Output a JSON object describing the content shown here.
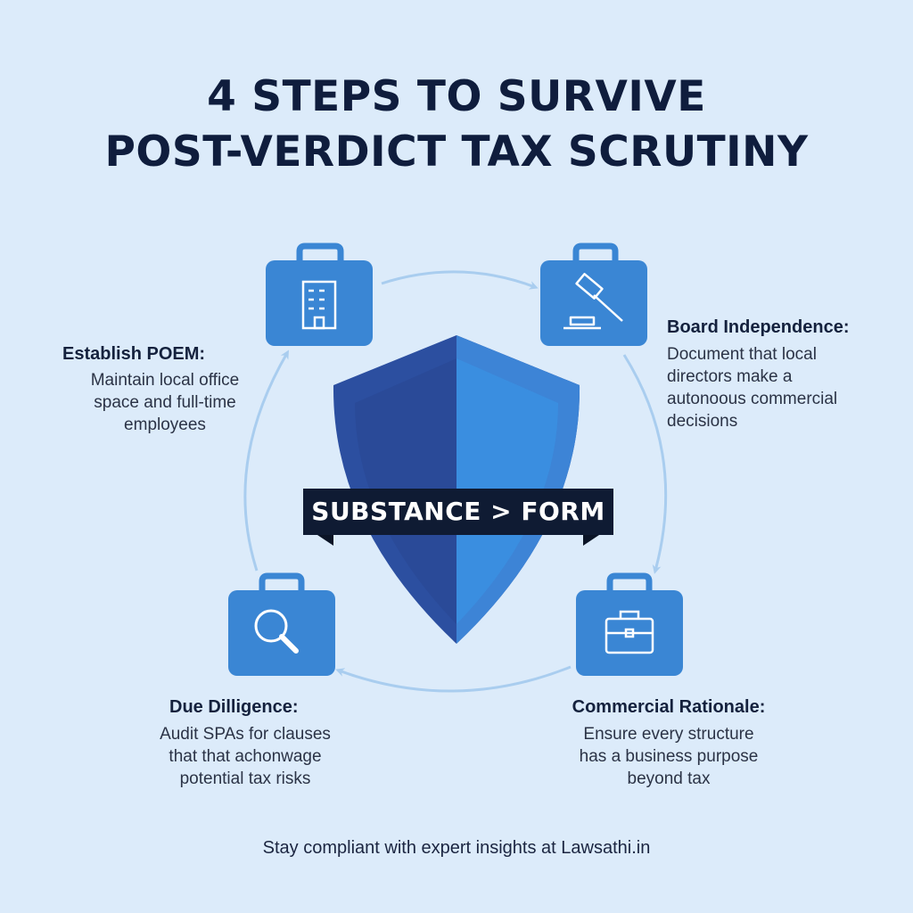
{
  "title": {
    "line1": "4 STEPS TO SURVIVE",
    "line2": "POST-VERDICT TAX SCRUTINY"
  },
  "center": {
    "banner": "SUBSTANCE > FORM"
  },
  "steps": [
    {
      "icon": "building-icon",
      "heading": "Establish POEM:",
      "desc": [
        "Maintain local office",
        "space and full-time",
        "employees"
      ]
    },
    {
      "icon": "gavel-icon",
      "heading": "Board Independence:",
      "desc": [
        "Document that local",
        "directors make a",
        "autonoous commercial",
        "decisions"
      ]
    },
    {
      "icon": "magnifier-icon",
      "heading": "Due Dilligence:",
      "desc": [
        "Audit SPAs for clauses",
        "that that achonwage",
        "potential tax risks"
      ]
    },
    {
      "icon": "briefcase-icon",
      "heading": "Commercial Rationale:",
      "desc": [
        "Ensure every structure",
        "has a business purpose",
        "beyond tax"
      ]
    }
  ],
  "footer": "Stay compliant with expert insights at Lawsathi.in",
  "colors": {
    "background": "#dcebfa",
    "card": "#3a86d4",
    "shield_dark": "#2c4fa0",
    "shield_light": "#3d84d6",
    "banner": "#0f1b33",
    "arrow": "#a9cdef",
    "title": "#0f1d3d"
  }
}
